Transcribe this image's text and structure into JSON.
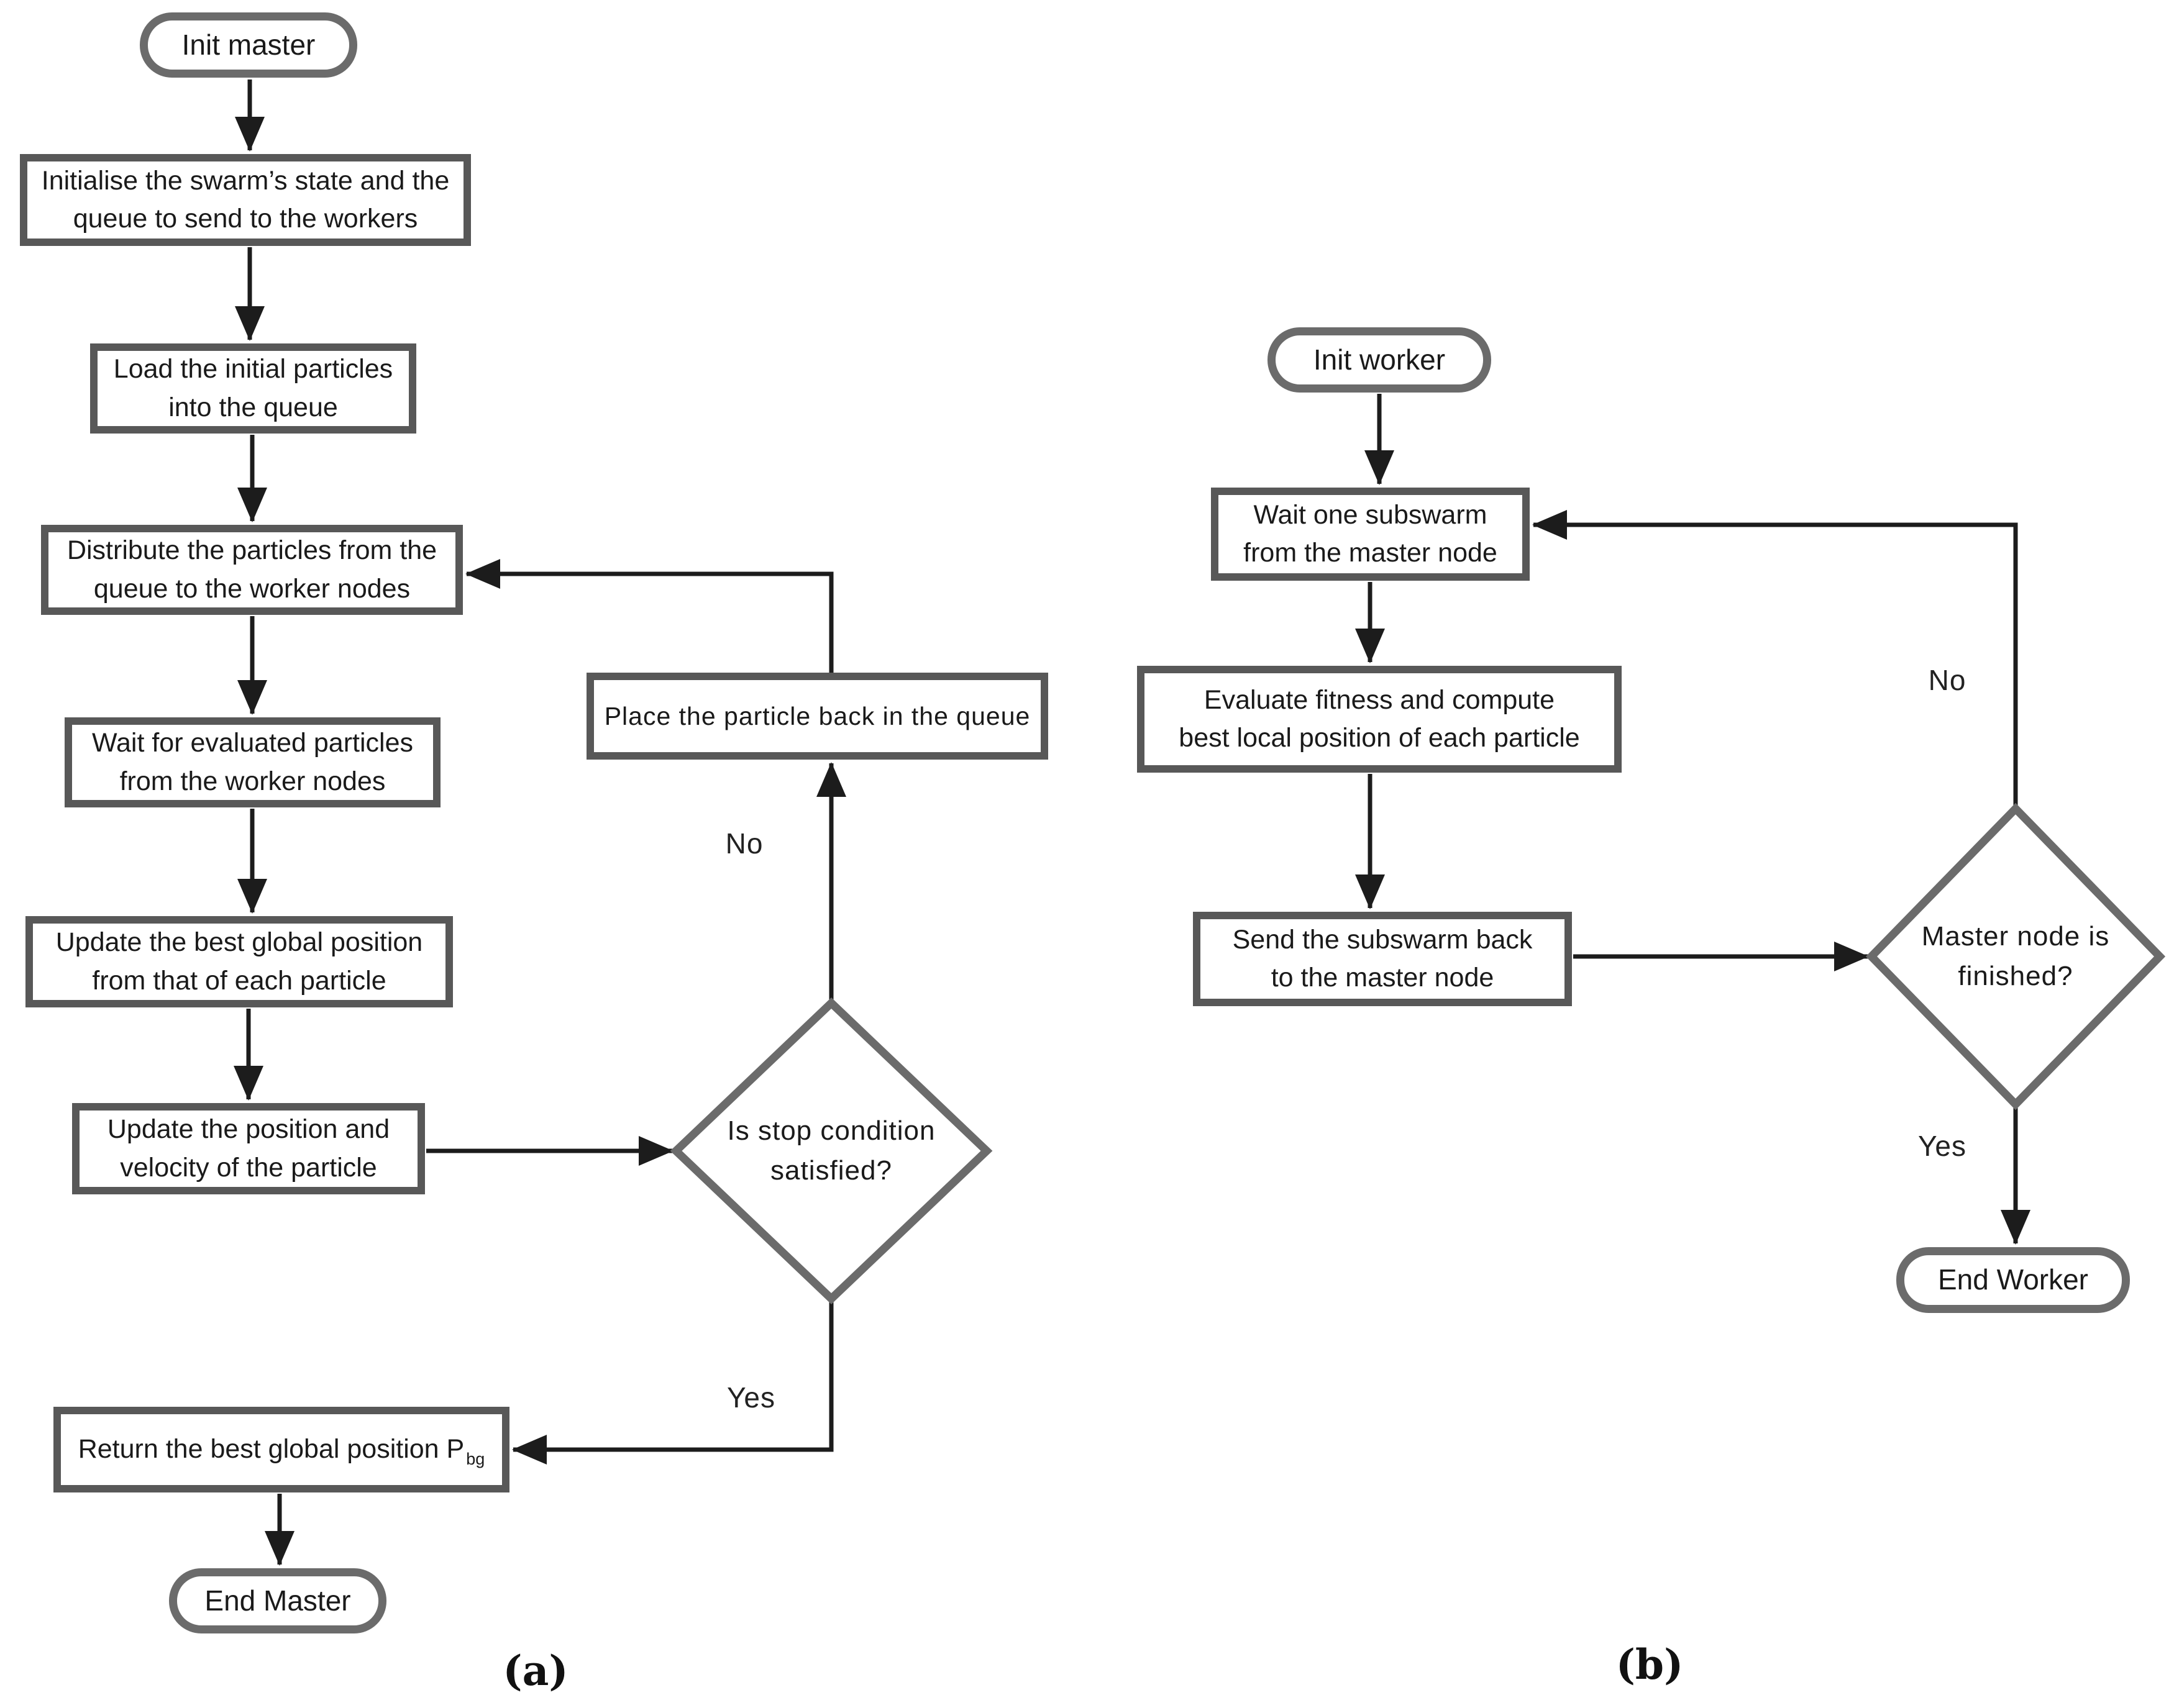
{
  "figure": {
    "panel_a_label": "(a)",
    "panel_b_label": "(b)"
  },
  "master": {
    "start": "Init master",
    "initialise": "Initialise the swarm’s state and the\nqueue to send to the workers",
    "load": "Load the initial particles\ninto the queue",
    "distribute": "Distribute the particles from the\nqueue to the worker nodes",
    "wait": "Wait for evaluated particles\nfrom the worker nodes",
    "update_global": "Update the best global position\nfrom that of each particle",
    "update_particle": "Update the position and\nvelocity of the particle",
    "stop_condition": "Is stop condition\nsatisfied?",
    "place_back": "Place the particle back in the queue",
    "return_main": "Return the best global position P",
    "return_sub": "bg",
    "no_label": "No",
    "yes_label": "Yes",
    "end": "End Master"
  },
  "worker": {
    "start": "Init worker",
    "wait": "Wait one subswarm\nfrom the master node",
    "evaluate": "Evaluate fitness and compute\nbest local position of each particle",
    "send": "Send the subswarm back\nto the master node",
    "master_finished": "Master node is\nfinished?",
    "no_label": "No",
    "yes_label": "Yes",
    "end": "End Worker"
  },
  "colors": {
    "rect_border": "#585858",
    "terminator_border": "#6b6b6b",
    "diamond_border": "#6b6b6b",
    "arrow": "#1c1c1c",
    "text": "#1a1a1a"
  }
}
